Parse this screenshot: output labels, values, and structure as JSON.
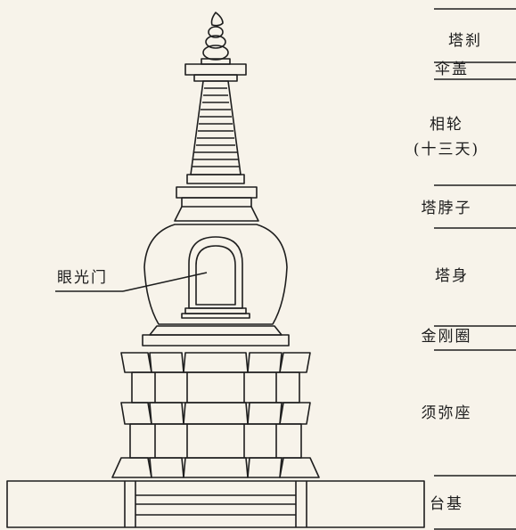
{
  "labels": {
    "finial": "塔刹",
    "canopy": "伞盖",
    "rings": "相轮",
    "rings_note": "(十三天)",
    "neck": "塔脖子",
    "body": "塔身",
    "vajra_ring": "金刚圈",
    "sumeru_base": "须弥座",
    "platform": "台基",
    "eye_gate": "眼光门"
  },
  "colors": {
    "line": "#1e1e1e",
    "paper": "#f7f3ea"
  }
}
